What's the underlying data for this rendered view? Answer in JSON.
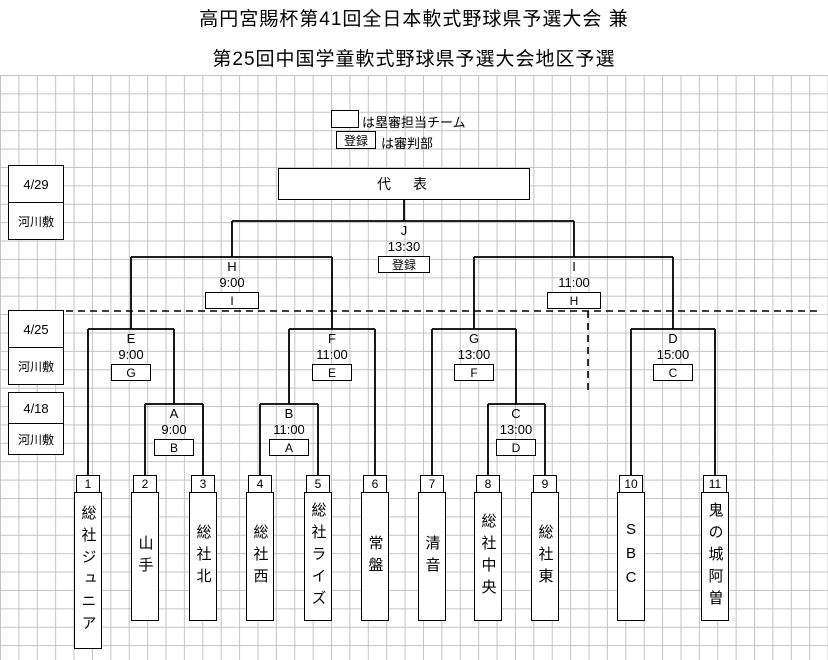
{
  "title": {
    "line1": "高円宮賜杯第41回全日本軟式野球県予選大会 兼",
    "line2": "第25回中国学童軟式野球県予選大会地区予選"
  },
  "legend": {
    "base_umpire_text": "は塁審担当チーム",
    "registration_label": "登録",
    "registration_text": "は審判部"
  },
  "rounds": [
    {
      "date": "4/29",
      "venue": "河川敷"
    },
    {
      "date": "4/25",
      "venue": "河川敷"
    },
    {
      "date": "4/18",
      "venue": "河川敷"
    }
  ],
  "champion_box": "代　表",
  "matches": {
    "J": {
      "label": "J",
      "time": "13:30",
      "umpire": "登録"
    },
    "H": {
      "label": "H",
      "time": "9:00",
      "umpire": "I"
    },
    "I": {
      "label": "I",
      "time": "11:00",
      "umpire": "H"
    },
    "E": {
      "label": "E",
      "time": "9:00",
      "umpire": "G"
    },
    "F": {
      "label": "F",
      "time": "11:00",
      "umpire": "E"
    },
    "G": {
      "label": "G",
      "time": "13:00",
      "umpire": "F"
    },
    "D": {
      "label": "D",
      "time": "15:00",
      "umpire": "C"
    },
    "A": {
      "label": "A",
      "time": "9:00",
      "umpire": "B"
    },
    "B": {
      "label": "B",
      "time": "11:00",
      "umpire": "A"
    },
    "C": {
      "label": "C",
      "time": "13:00",
      "umpire": "D"
    }
  },
  "teams": [
    {
      "seed": "1",
      "name": "総社ジュニア"
    },
    {
      "seed": "2",
      "name": "山手"
    },
    {
      "seed": "3",
      "name": "総社北"
    },
    {
      "seed": "4",
      "name": "総社西"
    },
    {
      "seed": "5",
      "name": "総社ライズ"
    },
    {
      "seed": "6",
      "name": "常盤"
    },
    {
      "seed": "7",
      "name": "清音"
    },
    {
      "seed": "8",
      "name": "総社中央"
    },
    {
      "seed": "9",
      "name": "総社東"
    },
    {
      "seed": "10",
      "name": "SBC"
    },
    {
      "seed": "11",
      "name": "鬼の城阿曽"
    }
  ]
}
